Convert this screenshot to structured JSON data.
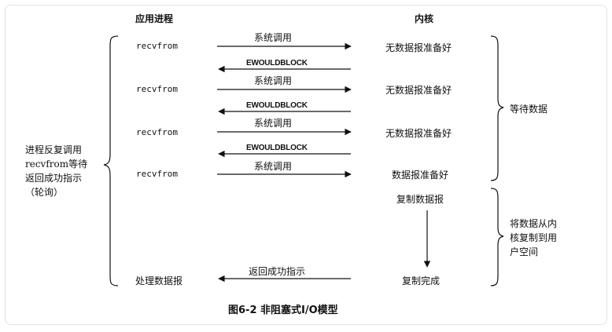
{
  "headers": {
    "app_process": "应用进程",
    "kernel": "内核"
  },
  "rows": [
    {
      "call": "recvfrom",
      "syscall": "系统调用",
      "kernel_state": "无数据报准备好",
      "reply": "EWOULDBLOCK"
    },
    {
      "call": "recvfrom",
      "syscall": "系统调用",
      "kernel_state": "无数据报准备好",
      "reply": "EWOULDBLOCK"
    },
    {
      "call": "recvfrom",
      "syscall": "系统调用",
      "kernel_state": "无数据报准备好",
      "reply": "EWOULDBLOCK"
    },
    {
      "call": "recvfrom",
      "syscall": "系统调用",
      "kernel_state": "数据报准备好"
    }
  ],
  "copy_start": "复制数据报",
  "copy_done": "复制完成",
  "process_data": "处理数据报",
  "return_success": "返回成功指示",
  "left_note": [
    "进程反复调用",
    "recvfrom等待",
    "返回成功指示",
    "（轮询）"
  ],
  "right_wait": "等待数据",
  "right_copy": [
    "将数据从内",
    "核复制到用",
    "户空间"
  ],
  "caption": "图6-2    非阻塞式I/O模型"
}
